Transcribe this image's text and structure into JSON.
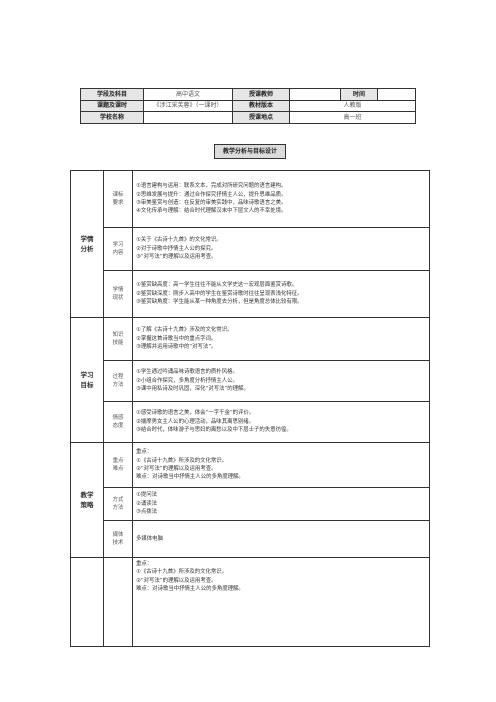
{
  "header": {
    "subject_label": "学段及科目",
    "subject_value": "高中语文",
    "teacher_label": "授课教师",
    "time_label": "时间",
    "topic_label": "课题及课时",
    "topic_value": "《涉江采芙蓉》（一课时）",
    "textbook_label": "教材版本",
    "textbook_value": "人教版",
    "school_label": "学校名称",
    "location_label": "授课地点",
    "location_value": "高一班"
  },
  "banner": "教学分析与目标设计",
  "sections": [
    {
      "category": [
        "学情",
        "分析"
      ],
      "rows": [
        {
          "sub": [
            "课标",
            "要求"
          ],
          "lines": [
            "①语言建构与运用：联系文本，完成对所研究问题的语言建构。",
            "②思维发展与提升：通过合作探究抒情主人公，提升思维品质。",
            "③审美鉴赏与创造：在反复的审美实践中，品味诗歌语言之美。",
            "④文化传承与理解：结合时代理解汉末中下层文人的不幸处境。"
          ]
        },
        {
          "sub": [
            "学习",
            "内容"
          ],
          "lines": [
            "①关于《古诗十九首》的文化常识。",
            "②对于诗歌中抒情主人公的探究。",
            "③“对写法”的理解以及运用考查。"
          ]
        },
        {
          "sub": [
            "学情",
            "现状"
          ],
          "lines": [
            "①鉴赏缺高度：高一学生往往不能从文学史这一宏观层面鉴赏诗歌。",
            "②鉴赏缺深度：刚步入高中的学生在鉴赏诗歌时往往呈现表浅化特征。",
            "③鉴赏缺角度：学生能从某一种角度去分析，但是角度总体比较有限。"
          ]
        }
      ]
    },
    {
      "category": [
        "学习",
        "目标"
      ],
      "rows": [
        {
          "sub": [
            "知识",
            "技能"
          ],
          "lines": [
            "①了解《古诗十九首》涉及的文化常识。",
            "②掌握这首诗歌当中的重点字词。",
            "③理解并运用诗歌中的“对写法”。"
          ]
        },
        {
          "sub": [
            "过程",
            "方法"
          ],
          "lines": [
            "①学生通过吟诵品味诗歌语言的质朴风格。",
            "②小组合作探究，多角度分析抒情主人公。",
            "③课中用私诗及时巩固，深化“对写法”的理解。"
          ]
        },
        {
          "sub": [
            "情感",
            "态度"
          ],
          "lines": [
            "①感受诗歌的语言之美，体会“一字千金”的评价。",
            "②揣摩男女主人公的心理活动，品味其离思别绪。",
            "③结合时代，体味游子与思妇的离愁以及中下层士子的失意彷徨。"
          ]
        }
      ]
    },
    {
      "category": [
        "教学",
        "策略"
      ],
      "rows": [
        {
          "sub": [
            "重点",
            "难点"
          ],
          "lines": [
            "重点：",
            "①《古诗十九首》所涉及的文化常识。",
            "②“对写法”的理解以及运用考查。",
            "难点：对诗歌当中抒情主人公的多角度理解。"
          ]
        },
        {
          "sub": [
            "方式",
            "方法"
          ],
          "lines": [
            "①提问法",
            "②诵读法",
            "③点拨法"
          ]
        },
        {
          "sub": [
            "媒体",
            "技术"
          ],
          "lines": [
            "多媒体电脑"
          ]
        }
      ]
    },
    {
      "category": [],
      "rows": [
        {
          "sub": [],
          "lines": [
            "重点：",
            "①《古诗十九首》所涉及的文化常识。",
            "②“对写法”的理解以及运用考查。",
            "难点：对诗歌当中抒情主人公的多角度理解。"
          ]
        }
      ]
    }
  ]
}
